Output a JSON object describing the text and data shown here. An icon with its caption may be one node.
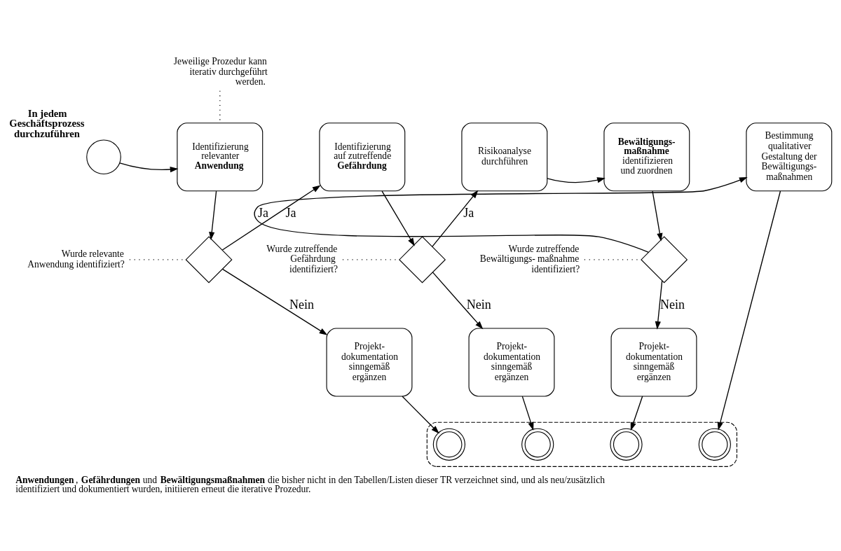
{
  "diagram": {
    "caption": "**Anwendungen**, **Gefährdungen** und **Bewältigungsmaßnahmen** die bisher nicht in den Tabellen/Listen dieser TR verzeichnet sind, und als neu/zusätzlich identifiziert und dokumentiert wurden, initiieren erneut die iterative Prozedur.",
    "nodes": [
      {
        "text": [],
        "shape": "circle",
        "beside": [
          "In jedem Geschäftsprozess durchzuführen"
        ]
      },
      {
        "text": [
          "Identifizierung relevanter **Anwendung**"
        ]
      },
      {
        "text": [],
        "shape": "diamond"
      },
      {
        "text": [
          "Identifizierung auf zutreffende **Gefährdung**"
        ]
      },
      {
        "text": [],
        "shape": "diamond"
      },
      {
        "text": [
          "Risikoanalyse durchführen"
        ]
      },
      {
        "text": [
          "**Bewältigungs- maßnahme** identifizieren und zuordnen"
        ]
      },
      {
        "text": [],
        "shape": "diamond"
      },
      {
        "text": [
          "Bestimmung qualitativer Gestaltung der Bewältigungs- maßnahmen"
        ]
      },
      {
        "text": [
          "Projekt- dokumentation sinngemäß ergänzen"
        ]
      },
      {
        "text": [
          "Projekt- dokumentation sinngemäß ergänzen"
        ]
      },
      {
        "text": [
          "Projekt- dokumentation sinngemäß ergänzen"
        ]
      },
      {
        "text": [],
        "shape": "box"
      },
      {
        "text": [],
        "shape": "circle",
        "in": 12
      },
      {
        "text": [],
        "shape": "circle",
        "in": 12
      },
      {
        "text": [],
        "shape": "circle",
        "in": 12
      },
      {
        "text": [],
        "shape": "circle",
        "in": 12
      },
      {
        "text": [
          "Jeweilige Prozedur kann iterativ durchgeführt werden."
        ]
      },
      {
        "text": [
          "Wurde relevante Anwendung identifiziert?"
        ]
      },
      {
        "text": [
          "Wurde zutreffende Gefährdung identifiziert?"
        ]
      },
      {
        "text": [
          "Wurde zutreffende Bewältigungs- maßnahme identifiziert?"
        ]
      }
    ],
    "edges": [
      {
        "from": 0,
        "to": 1,
        "arrow": "to"
      },
      {
        "from": 1,
        "to": 2,
        "arrow": "to"
      },
      {
        "from": 2,
        "to": 3,
        "arrow": "to",
        "label": "Ja"
      },
      {
        "from": 2,
        "to": 9,
        "arrow": "to",
        "label": "Nein"
      },
      {
        "from": 3,
        "to": 4,
        "arrow": "to"
      },
      {
        "from": 4,
        "to": 5,
        "arrow": "to",
        "label": "Ja"
      },
      {
        "from": 4,
        "to": 10,
        "arrow": "to",
        "label": "Nein"
      },
      {
        "from": 5,
        "to": 6,
        "arrow": "to"
      },
      {
        "from": 6,
        "to": 7,
        "arrow": "to"
      },
      {
        "from": 7,
        "to": 8,
        "arrow": "to",
        "label": "Ja"
      },
      {
        "from": 7,
        "to": 11,
        "arrow": "to",
        "label": "Nein"
      },
      {
        "from": 9,
        "to": 13,
        "arrow": "to"
      },
      {
        "from": 10,
        "to": 14,
        "arrow": "to"
      },
      {
        "from": 11,
        "to": 15,
        "arrow": "to"
      },
      {
        "from": 8,
        "to": 16,
        "arrow": "to"
      },
      {
        "from": 17,
        "to": 1,
        "arrow": "none",
        "style": "dashed"
      },
      {
        "from": 18,
        "to": 2,
        "arrow": "none",
        "style": "dashed"
      },
      {
        "from": 19,
        "to": 4,
        "arrow": "none",
        "style": "dashed"
      },
      {
        "from": 20,
        "to": 7,
        "arrow": "none",
        "style": "dashed"
      }
    ]
  }
}
